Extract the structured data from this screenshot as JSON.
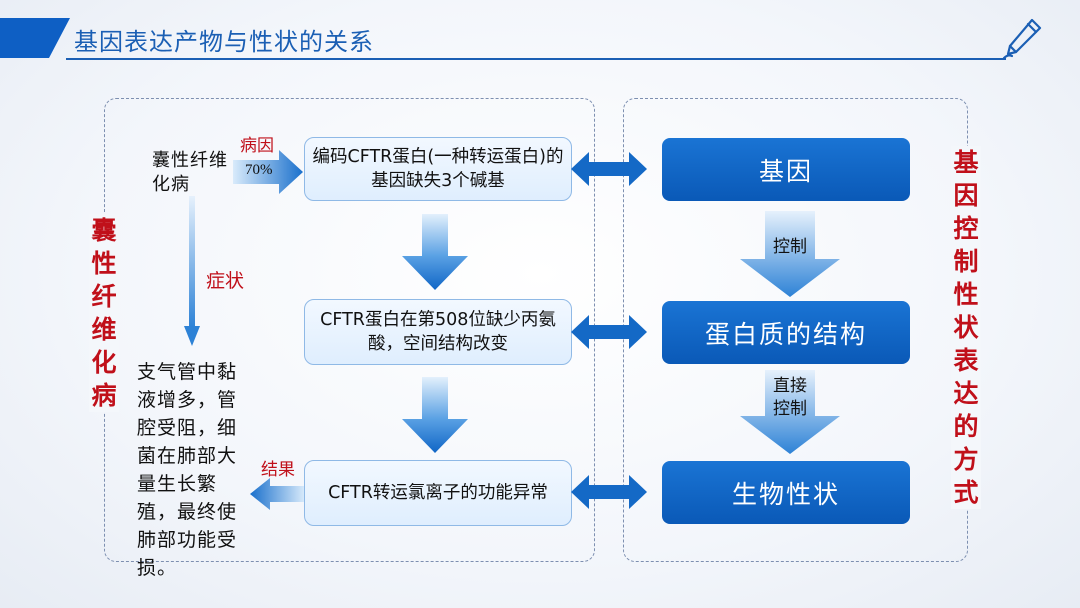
{
  "header": {
    "title": "基因表达产物与性状的关系"
  },
  "left": {
    "side_label": "囊性纤维化病",
    "disease": "囊性纤维化病",
    "cause_label": "病因",
    "percent": "70%",
    "symptom_label": "症状",
    "result_label": "结果",
    "symptom_text": "支气管中黏液增多，管腔受阻，细菌在肺部大量生长繁殖，最终使肺部功能受损。",
    "boxes": [
      "编码CFTR蛋白(一种转运蛋白)的基因缺失3个碱基",
      "CFTR蛋白在第508位缺少丙氨酸，空间结构改变",
      "CFTR转运氯离子的功能异常"
    ]
  },
  "right": {
    "side_label": "基因控制性状表达的方式",
    "boxes": [
      "基因",
      "蛋白质的结构",
      "生物性状"
    ],
    "arrow1_label": "控制",
    "arrow2_label": "直接控制"
  },
  "colors": {
    "brand_blue": "#0e5fc4",
    "accent_red": "#c0101a"
  },
  "icons": [
    "pen-icon"
  ]
}
